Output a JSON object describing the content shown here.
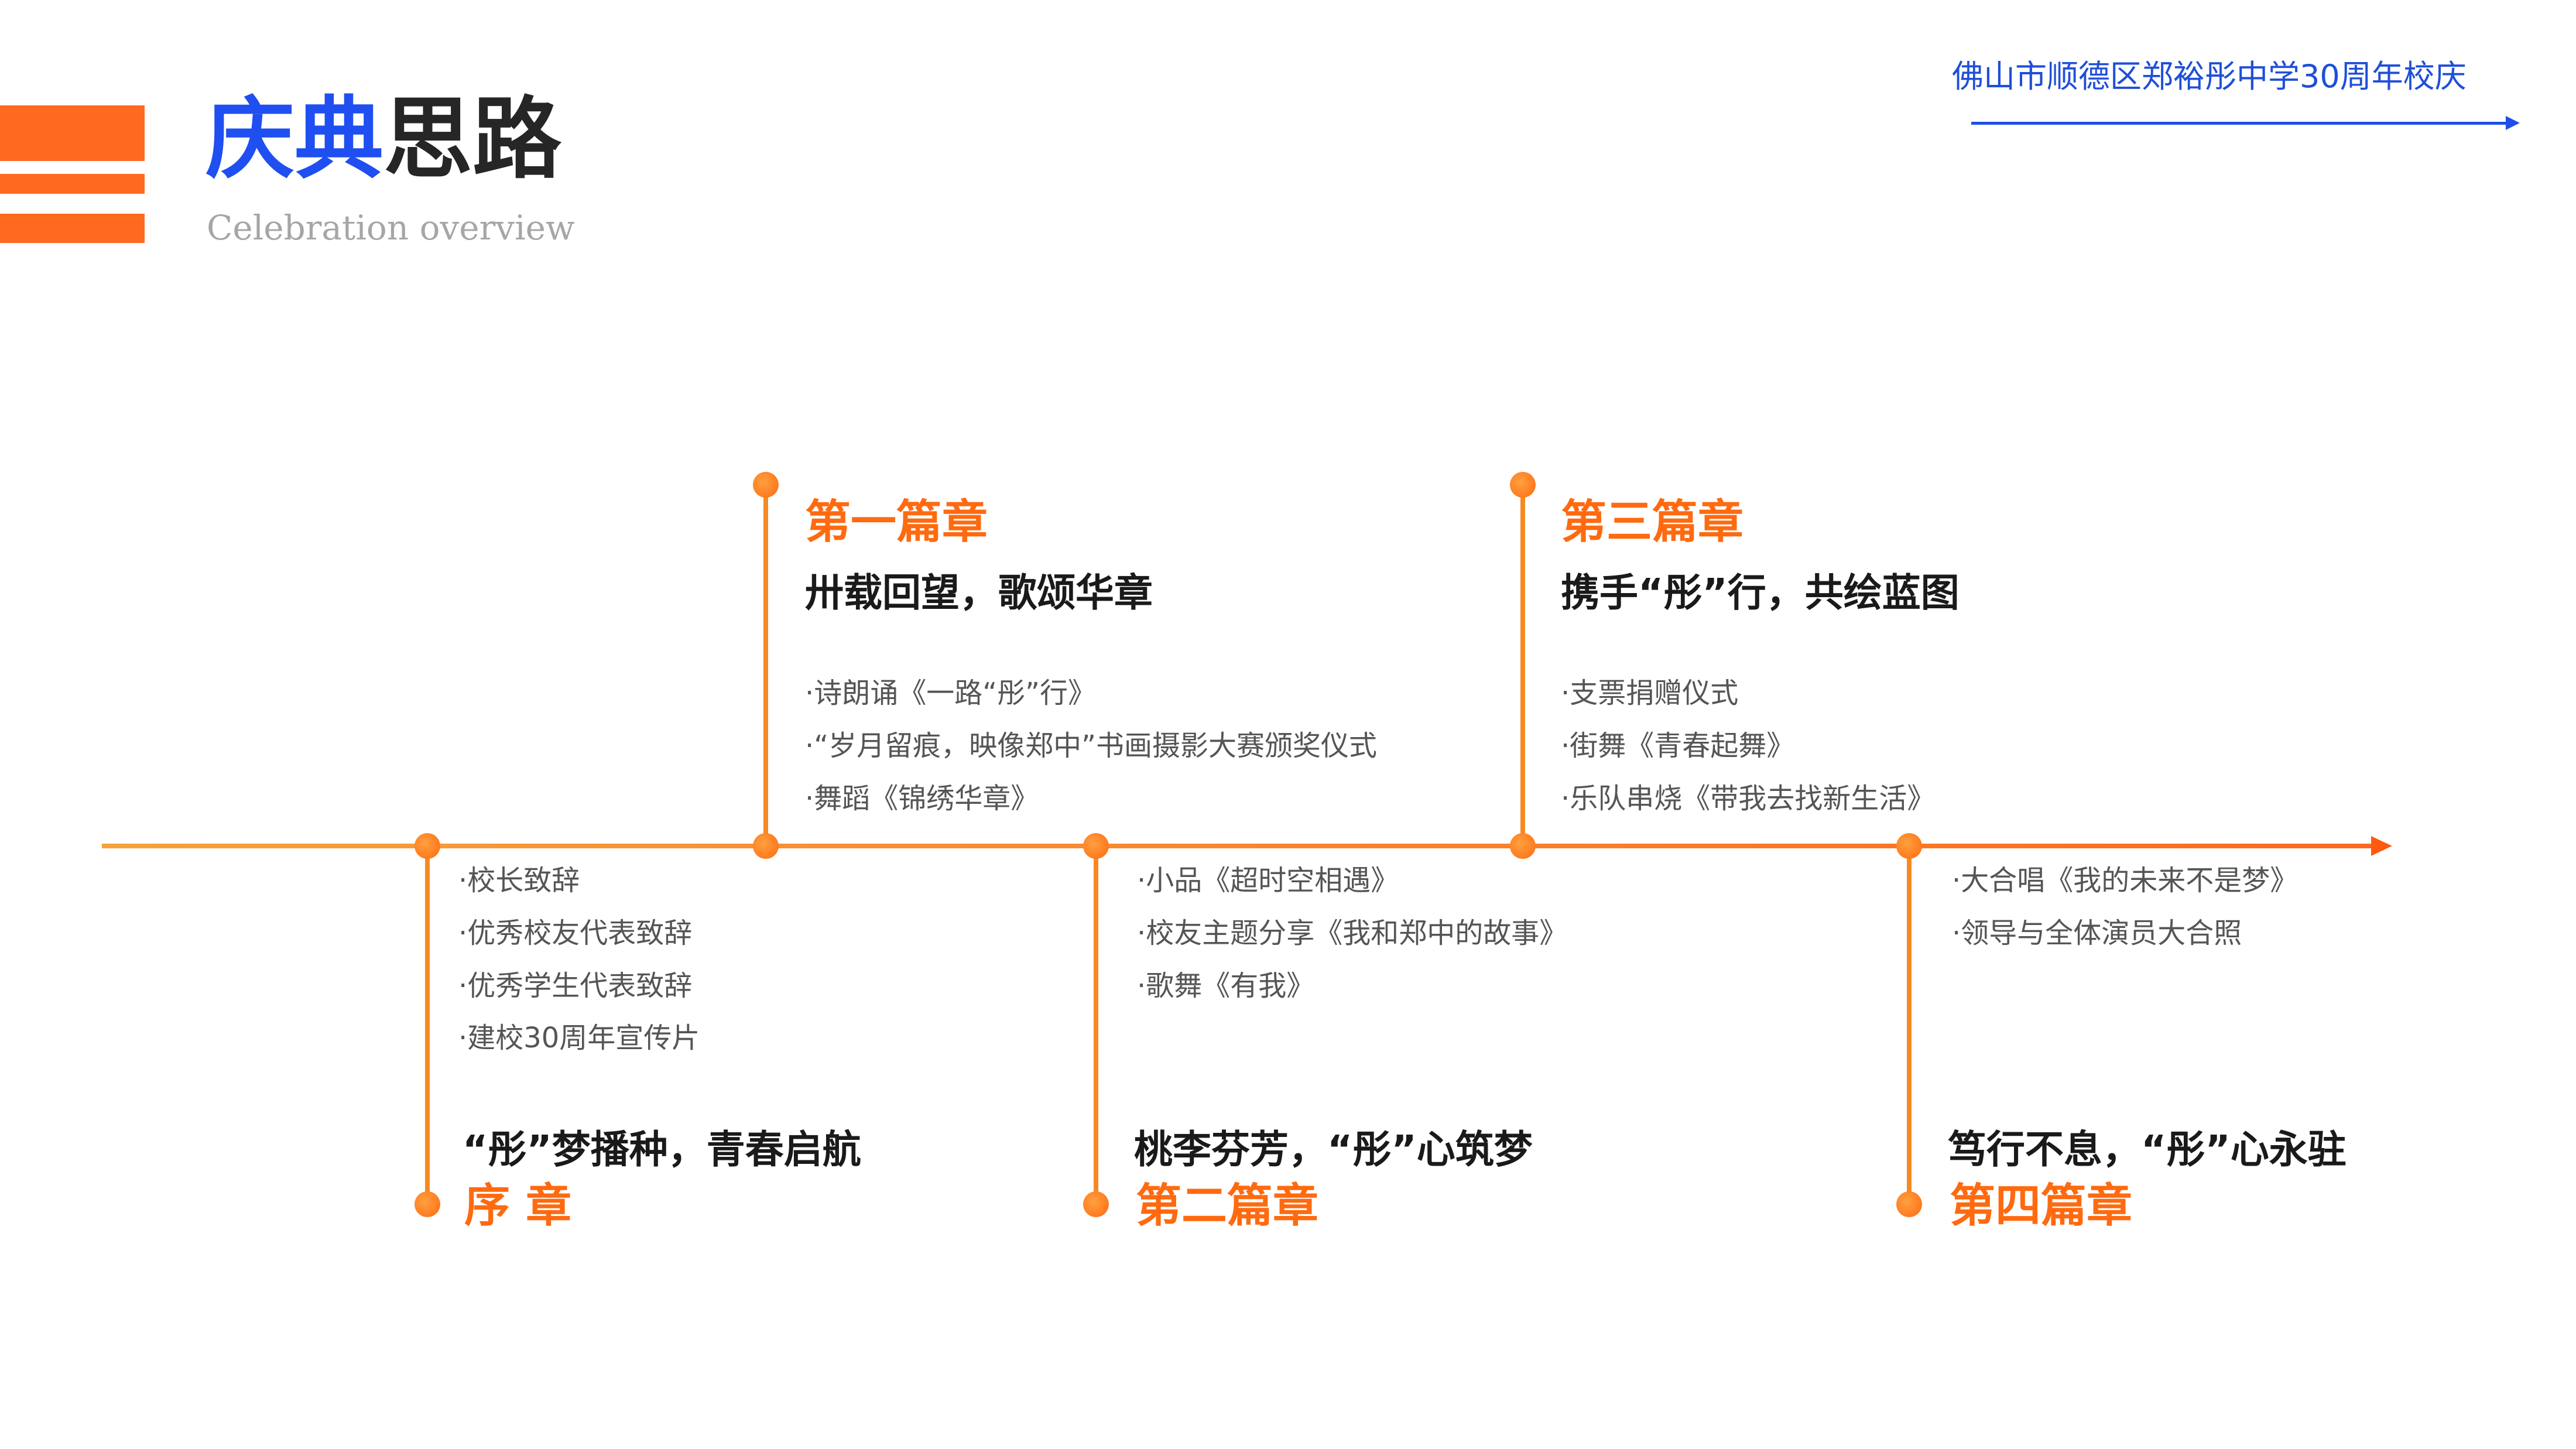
{
  "header": {
    "title_part1": "庆典",
    "title_part2": "思路",
    "subtitle": "Celebration overview",
    "school": "佛山市顺德区郑裕彤中学30周年校庆"
  },
  "colors": {
    "accent": "#ff6a1f",
    "blue": "#1f4ff0"
  },
  "timeline": {
    "prologue": {
      "chapter": "序 章",
      "heading": "“彤”梦播种，青春启航",
      "items": [
        "·校长致辞",
        "·优秀校友代表致辞",
        "·优秀学生代表致辞",
        "·建校30周年宣传片"
      ]
    },
    "chapter1": {
      "chapter": "第一篇章",
      "heading": "卅载回望，歌颂华章",
      "items": [
        "·诗朗诵《一路“彤”行》",
        "·“岁月留痕，映像郑中”书画摄影大赛颁奖仪式",
        "·舞蹈《锦绣华章》"
      ]
    },
    "chapter2": {
      "chapter": "第二篇章",
      "heading": "桃李芬芳，“彤”心筑梦",
      "items": [
        "·小品《超时空相遇》",
        "·校友主题分享《我和郑中的故事》",
        "·歌舞《有我》"
      ]
    },
    "chapter3": {
      "chapter": "第三篇章",
      "heading": "携手“彤”行，共绘蓝图",
      "items": [
        "·支票捐赠仪式",
        "·街舞《青春起舞》",
        "·乐队串烧《带我去找新生活》"
      ]
    },
    "chapter4": {
      "chapter": "第四篇章",
      "heading": "笃行不息，“彤”心永驻",
      "items": [
        "·大合唱《我的未来不是梦》",
        "·领导与全体演员大合照"
      ]
    }
  }
}
